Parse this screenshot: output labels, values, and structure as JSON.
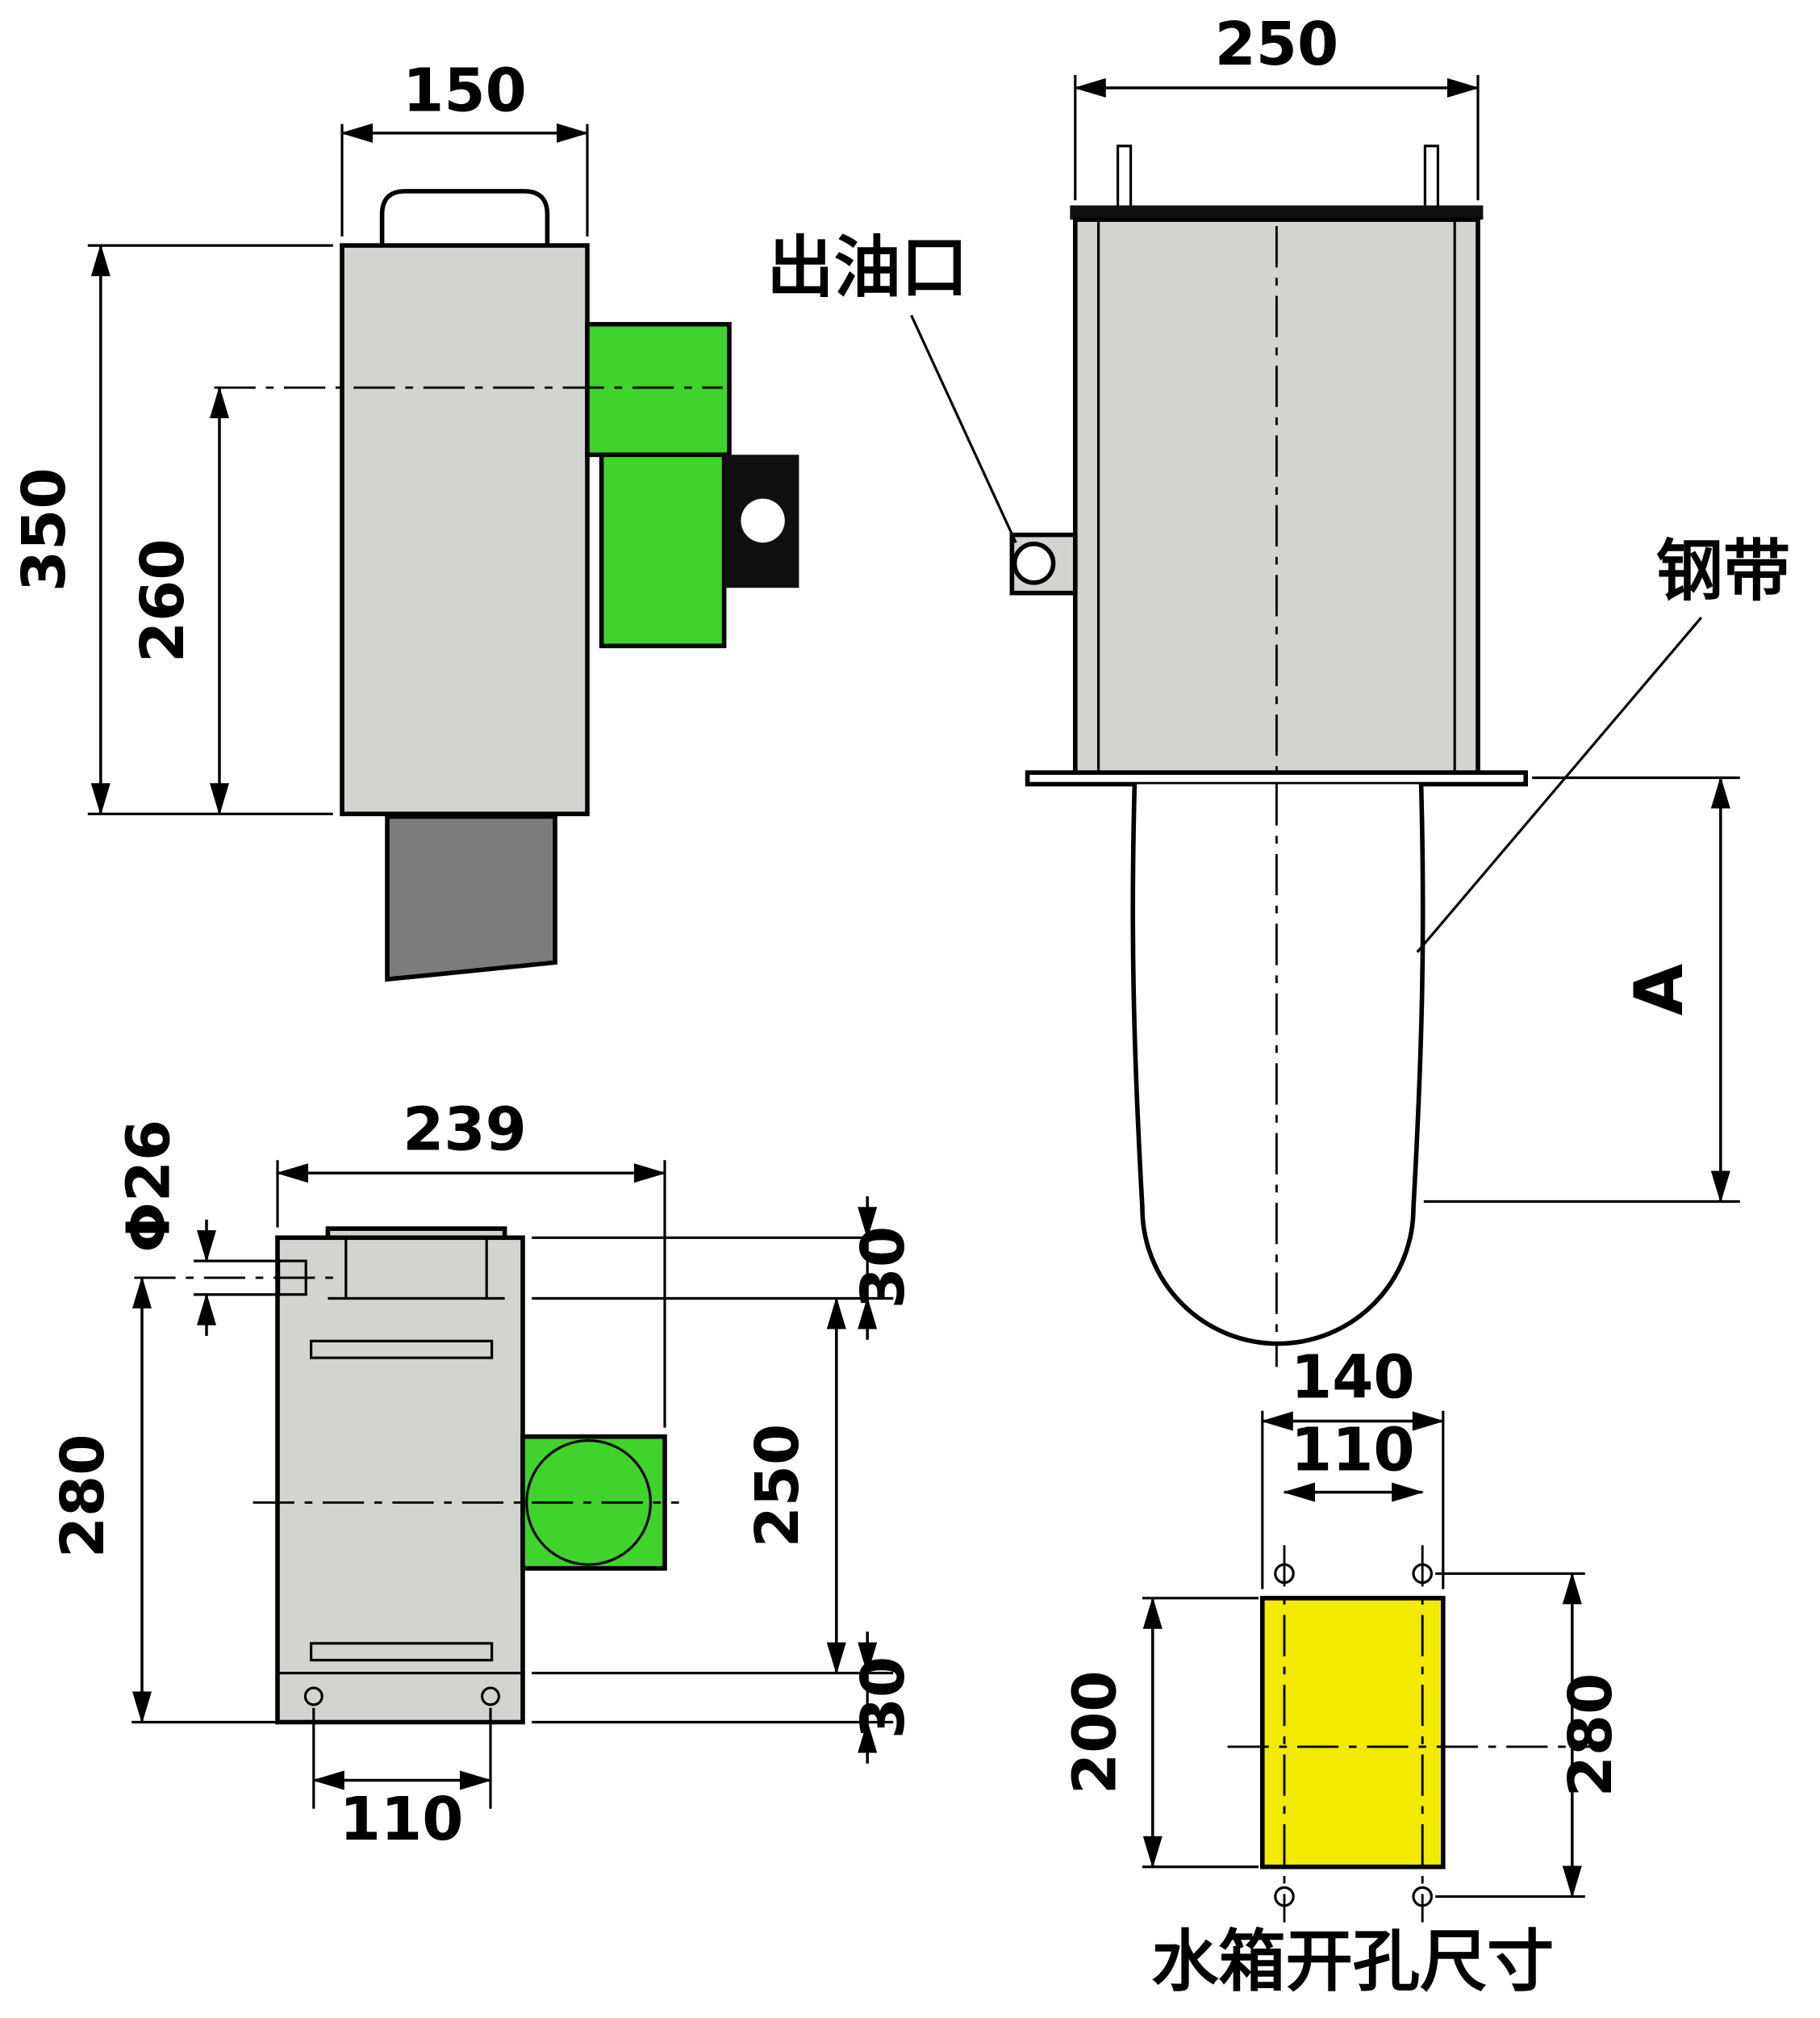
{
  "drawing": {
    "side_view": {
      "width_dim": "150",
      "height_dim": "350",
      "center_height_dim": "260"
    },
    "front_view": {
      "width_dim": "250",
      "oil_outlet_label": "出油口",
      "steel_band_label": "钢带",
      "band_length_dim": "A"
    },
    "top_view": {
      "width_dim": "239",
      "shaft_dia_dim": "Φ26",
      "height_dim": "280",
      "top_offset_dim": "30",
      "body_height_dim": "250",
      "bottom_offset_dim": "30",
      "hole_spacing_dim": "110"
    },
    "cutout_view": {
      "flange_width_dim": "140",
      "hole_spacing_dim": "110",
      "cutout_height_dim": "200",
      "hole_pitch_dim": "280",
      "caption": "水箱开孔尺寸"
    }
  },
  "colors": {
    "body_gray": "#d2d5cf",
    "stem_gray": "#7c7c7c",
    "green": "#3fd32c",
    "yellow": "#f2ea00",
    "dim_red": "#ff0000",
    "line_black": "#000000"
  }
}
